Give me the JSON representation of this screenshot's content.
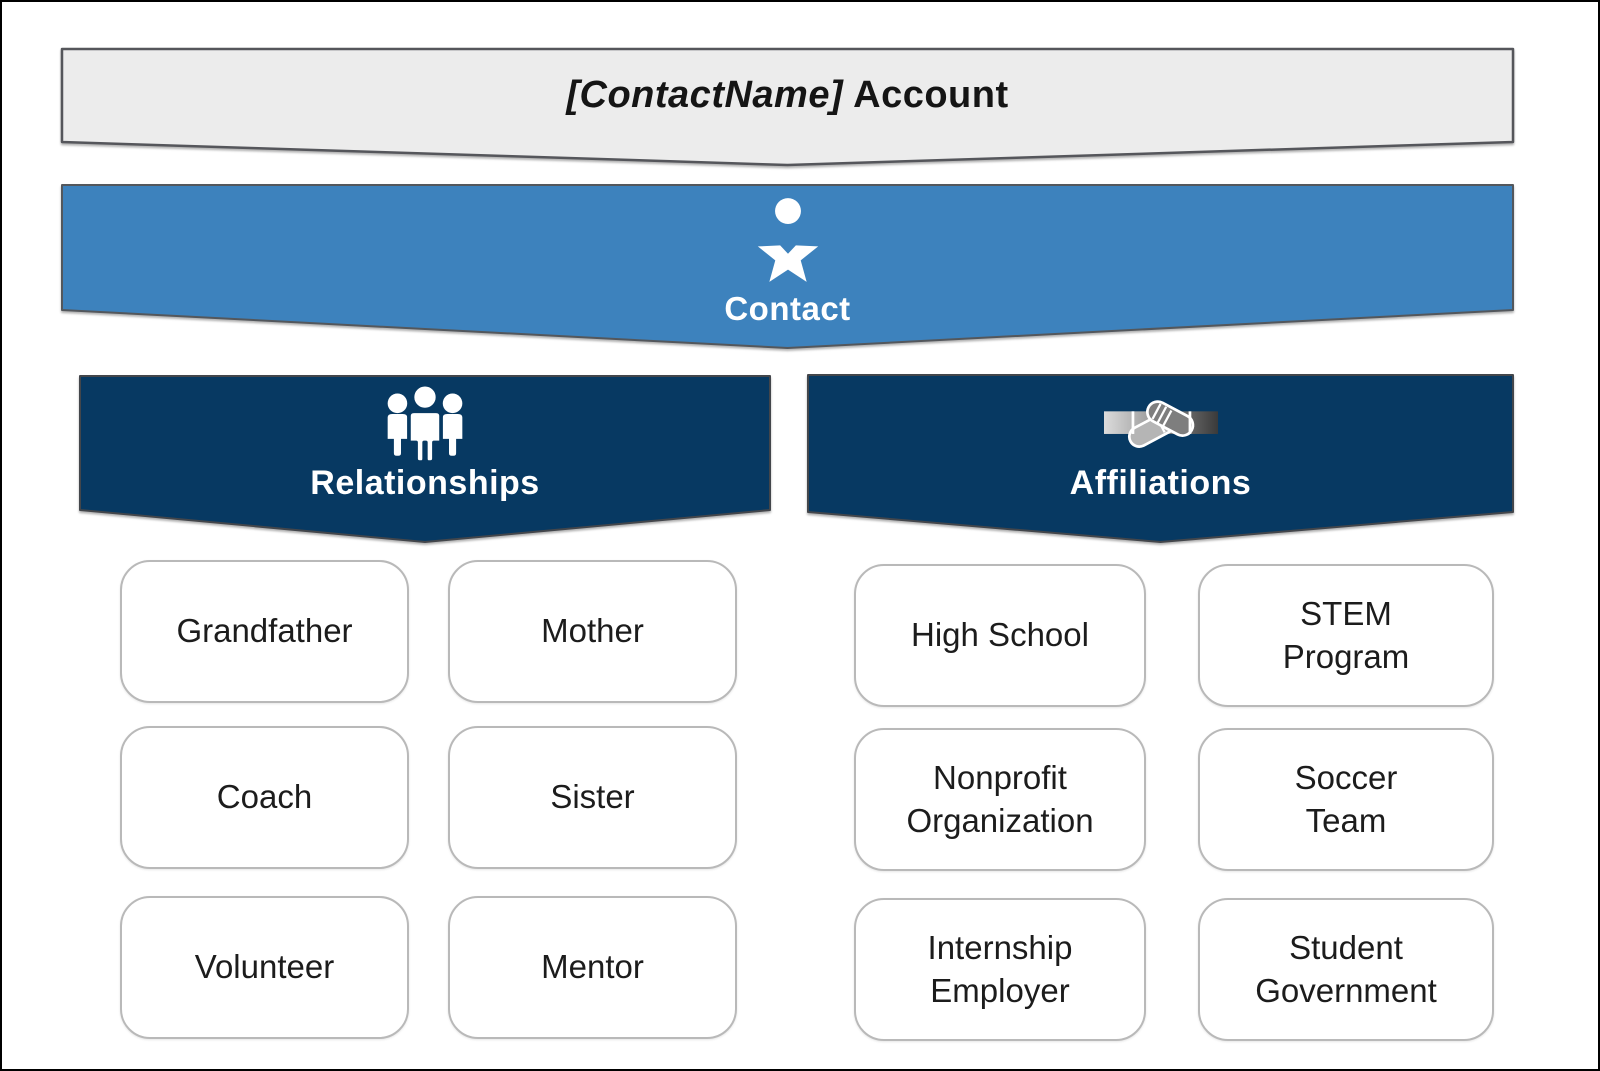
{
  "title": {
    "contact_name": "[ContactName]",
    "suffix": "Account"
  },
  "contact": {
    "label": "Contact",
    "icon": "person-icon"
  },
  "relationships": {
    "label": "Relationships",
    "icon": "people-group-icon",
    "items": [
      "Grandfather",
      "Mother",
      "Coach",
      "Sister",
      "Volunteer",
      "Mentor"
    ]
  },
  "affiliations": {
    "label": "Affiliations",
    "icon": "handshake-icon",
    "items": [
      "High School",
      "STEM\nProgram",
      "Nonprofit\nOrganization",
      "Soccer\nTeam",
      "Internship\nEmployer",
      "Student\nGovernment"
    ]
  },
  "colors": {
    "banner_gray": "#ececec",
    "accent_blue": "#3d82bd",
    "navy": "#073962",
    "box_border": "#b9b9b9"
  }
}
